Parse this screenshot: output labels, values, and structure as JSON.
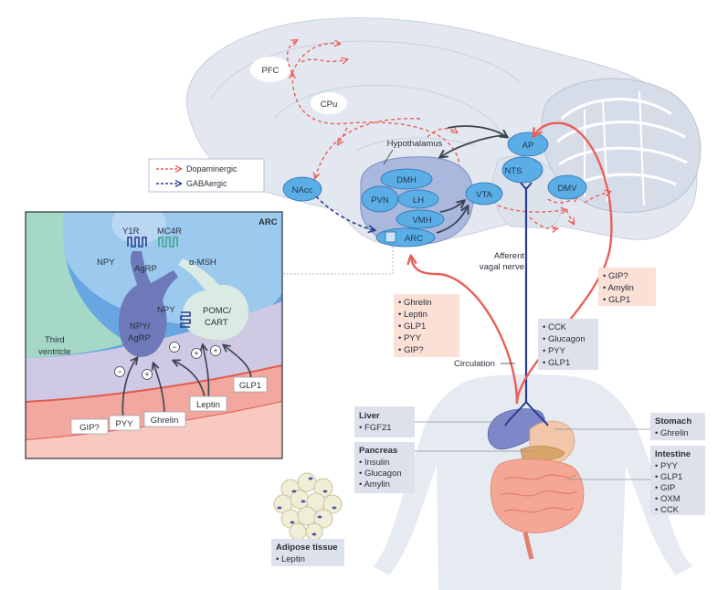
{
  "legend": {
    "dopaminergic": "Dopaminergic",
    "gabaergic": "GABAergic",
    "dopaminergic_color": "#e8605a",
    "gabaergic_color": "#2a3d8f"
  },
  "brain": {
    "pfc": "PFC",
    "cpu": "CPu",
    "hypothalamus": "Hypothalamus",
    "nacc": "NAcc",
    "pvn": "PVN",
    "dmh": "DMH",
    "lh": "LH",
    "vmh": "VMH",
    "arc": "ARC",
    "vta": "VTA",
    "ap": "AP",
    "nts": "NTS",
    "dmv": "DMV",
    "afferent_vagal_nerve_line1": "Afferent",
    "afferent_vagal_nerve_line2": "vagal nerve",
    "circulation": "Circulation"
  },
  "arc_inset": {
    "title": "ARC",
    "y1r": "Y1R",
    "mc4r": "MC4R",
    "npy_top": "NPY",
    "agrp": "AgRP",
    "alpha_msh": "α-MSH",
    "npy_mid": "NPY",
    "pomc_line1": "POMC/",
    "pomc_line2": "CART",
    "npy_agrp_line1": "NPY/",
    "npy_agrp_line2": "AgRP",
    "third_ventricle_line1": "Third",
    "third_ventricle_line2": "ventricle",
    "minus": "−",
    "plus": "+",
    "gip": "GIP?",
    "pyy": "PYY",
    "ghrelin": "Ghrelin",
    "leptin": "Leptin",
    "glp1": "GLP1"
  },
  "signal_boxes": {
    "to_arc": [
      "• Ghrelin",
      "• Leptin",
      "• GLP1",
      "• PYY",
      "• GIP?"
    ],
    "vagal": [
      "• CCK",
      "• Glucagon",
      "• PYY",
      "• GLP1"
    ],
    "to_ap": [
      "• GIP?",
      "• Amylin",
      "• GLP1"
    ]
  },
  "organs": {
    "liver": {
      "title": "Liver",
      "items": [
        "• FGF21"
      ]
    },
    "pancreas": {
      "title": "Pancreas",
      "items": [
        "• Insulin",
        "• Glucagon",
        "• Amylin"
      ]
    },
    "stomach": {
      "title": "Stomach",
      "items": [
        "• Ghrelin"
      ]
    },
    "intestine": {
      "title": "Intestine",
      "items": [
        "• PYY",
        "• GLP1",
        "• GIP",
        "• OXM",
        "• CCK"
      ]
    },
    "adipose": {
      "title": "Adipose tissue",
      "items": [
        "• Leptin"
      ]
    }
  }
}
